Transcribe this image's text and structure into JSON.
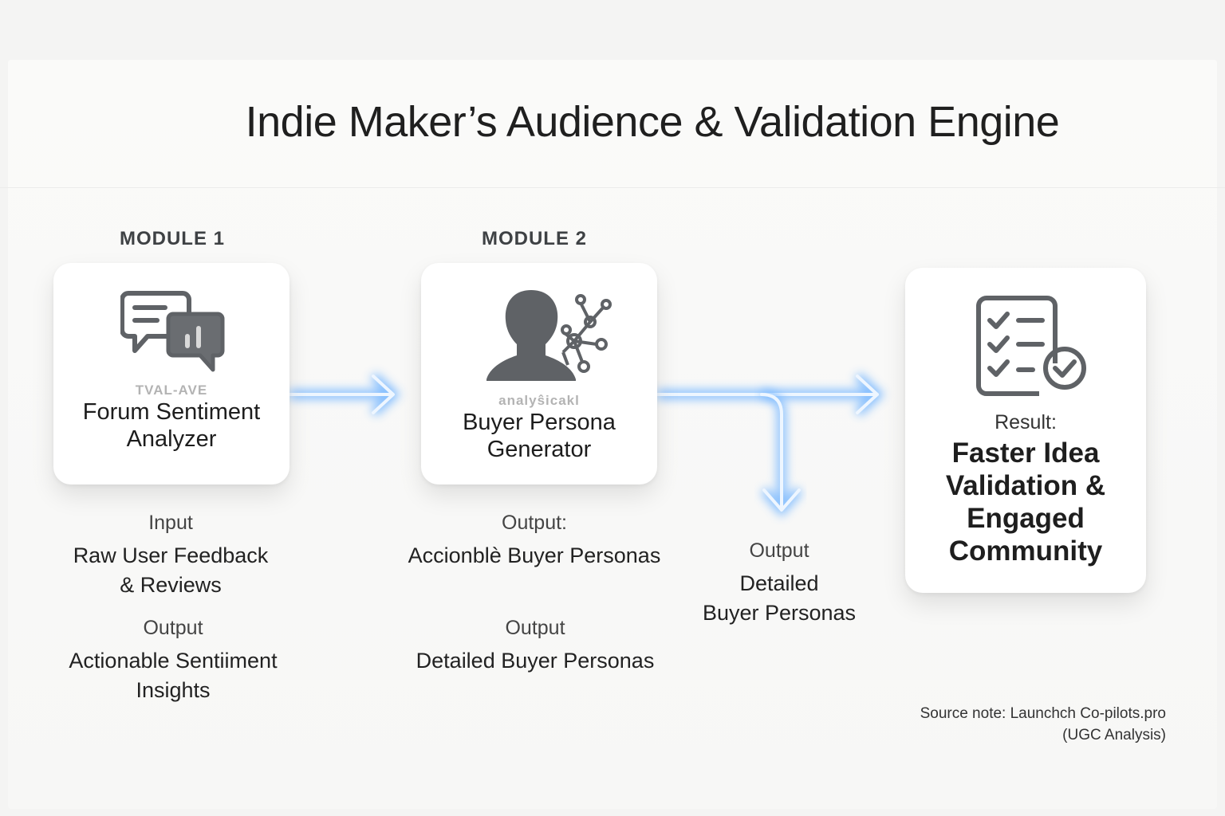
{
  "title": "Indie Maker’s Audience & Validation Engine",
  "modules": [
    {
      "label": "MODULE 1",
      "icon": "chat-analytics-icon",
      "subtitle": "TVAL-AVE",
      "title": "Forum Sentiment\nAnalyzer",
      "blocks": [
        {
          "heading": "Input",
          "body": "Raw User Feedback\n& Reviews"
        },
        {
          "heading": "Output",
          "body": "Actionable Sentiiment\nInsights"
        }
      ]
    },
    {
      "label": "MODULE 2",
      "icon": "persona-network-icon",
      "subtitle": "analyŝicakl",
      "title": "Buyer Persona\nGenerator",
      "blocks": [
        {
          "heading": "Output:",
          "body": "Accionblè Buyer Personas"
        },
        {
          "heading": "Output",
          "body": "Detailed Buyer Personas"
        }
      ]
    }
  ],
  "branch_output": {
    "heading": "Output",
    "body": "Detailed\nBuyer Personas"
  },
  "result": {
    "icon": "checklist-check-icon",
    "label": "Result:",
    "text": "Faster Idea\nValidation &\nEngaged\nCommunity"
  },
  "source_note": "Source note:  Launchch Co-pilots.pro\n(UGC Analysis)",
  "colors": {
    "arrow_glow": "#6fb6ff",
    "arrow_core": "#ffffff",
    "icon_gray": "#5f6266"
  }
}
